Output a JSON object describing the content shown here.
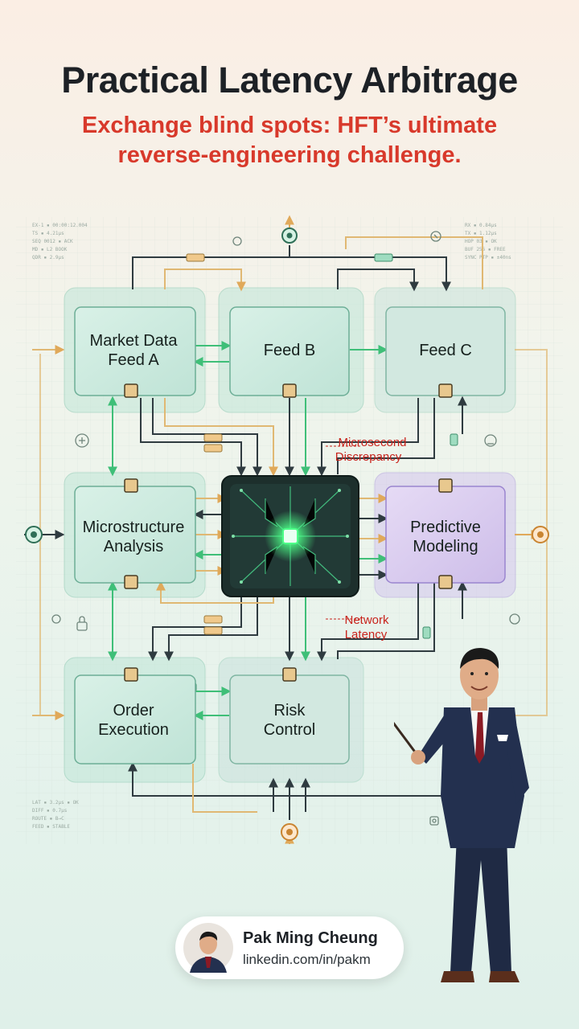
{
  "header": {
    "title": "Practical Latency Arbitrage",
    "subtitle_line1": "Exchange blind spots: HFT’s ultimate",
    "subtitle_line2": "reverse-engineering challenge."
  },
  "diagram": {
    "nodes": {
      "feed_a": {
        "line1": "Market Data",
        "line2": "Feed A"
      },
      "feed_b": {
        "line1": "Feed B"
      },
      "feed_c": {
        "line1": "Feed C"
      },
      "micro": {
        "line1": "Microstructure",
        "line2": "Analysis"
      },
      "predictive": {
        "line1": "Predictive",
        "line2": "Modeling"
      },
      "order": {
        "line1": "Order",
        "line2": "Execution"
      },
      "risk": {
        "line1": "Risk",
        "line2": "Control"
      }
    },
    "annotations": {
      "microsecond_line1": "Microsecond",
      "microsecond_line2": "Discrepancy",
      "network_line1": "Network",
      "network_line2": "Latency"
    }
  },
  "author": {
    "name": "Pak Ming Cheung",
    "link": "linkedin.com/in/pakm"
  },
  "colors": {
    "title": "#1d2126",
    "subtitle": "#d8392b",
    "node_green": "#cfe9df",
    "node_purple": "#ddd0f0",
    "wire_dark": "#2f3b40",
    "wire_gold": "#e0b873",
    "wire_green": "#5fd08f",
    "chip_glow": "#4dff88"
  }
}
